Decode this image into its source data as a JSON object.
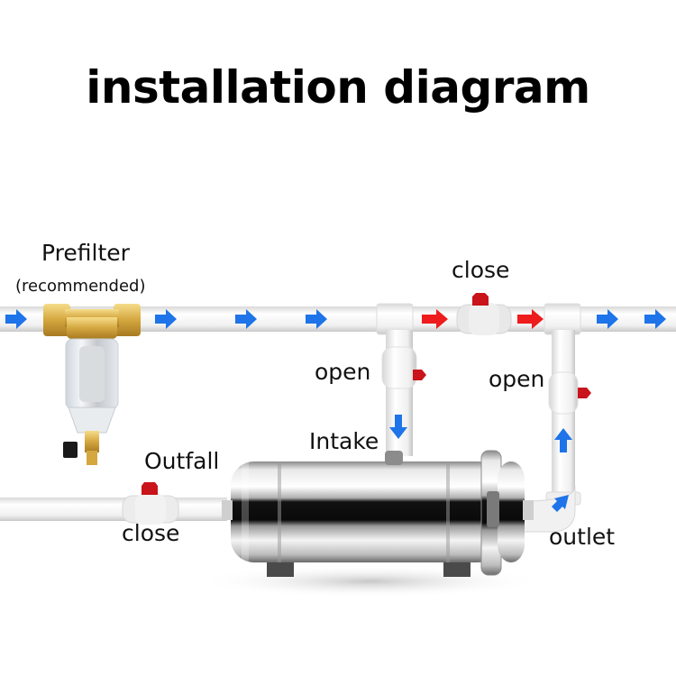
{
  "title": "installation diagram",
  "labels": {
    "prefilter": "Prefilter",
    "prefilter_note": "(recommended)",
    "bypass_valve": "close",
    "intake_valve": "open",
    "outlet_valve": "open",
    "intake": "Intake",
    "outfall": "Outfall",
    "outfall_valve": "close",
    "outlet": "outlet"
  },
  "components": {
    "main_pipe": "horizontal water supply pipe",
    "prefilter": "brass prefilter with clear housing",
    "filter_tank": "stainless steel ultrafiltration tank",
    "valves": [
      "bypass valve (closed)",
      "intake valve (open)",
      "outlet valve (open)",
      "outfall valve (closed)"
    ]
  },
  "colors": {
    "flow_arrow": "#1e74e8",
    "blocked_arrow": "#ee1c1c",
    "valve_handle": "#c8141a",
    "pipe": "#f2f2f2",
    "brass": "#d8b04a"
  }
}
